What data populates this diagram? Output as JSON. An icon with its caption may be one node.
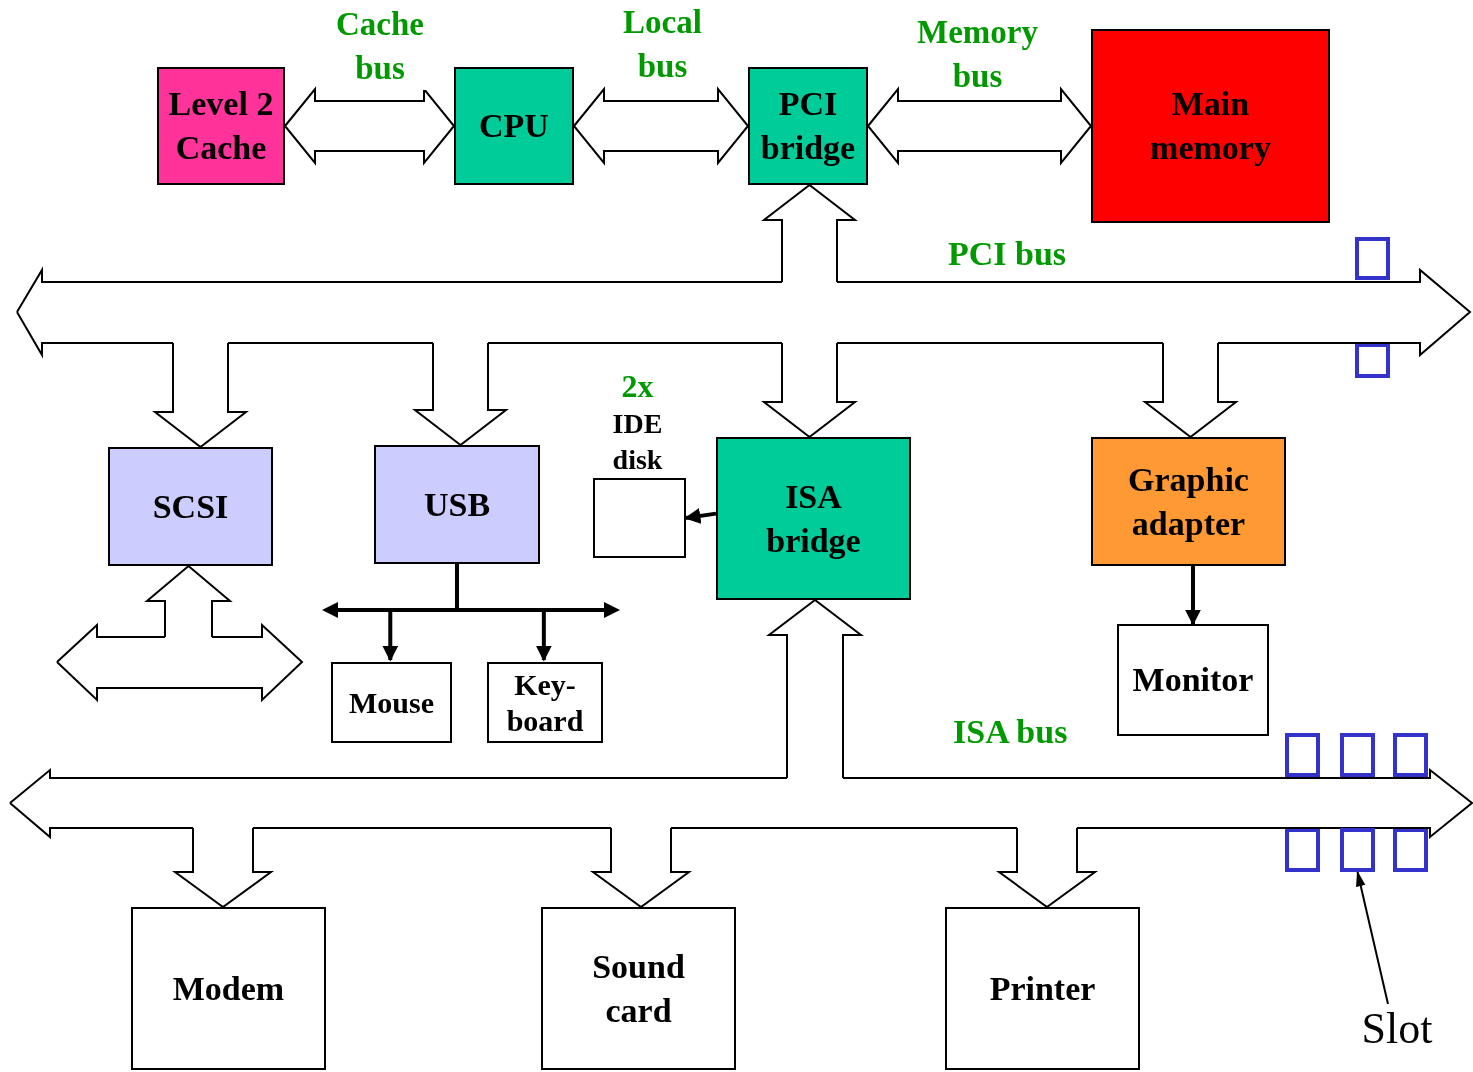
{
  "diagram": {
    "nodes": [
      {
        "text": [
          "Level 2 Cache"
        ]
      },
      {
        "text": [
          "CPU"
        ]
      },
      {
        "text": [
          "PCI bridge"
        ]
      },
      {
        "text": [
          "Main memory"
        ]
      },
      {
        "text": [
          "PCI bus"
        ]
      },
      {
        "text": [
          "SCSI"
        ]
      },
      {
        "text": [
          "USB"
        ]
      },
      {
        "text": [
          "2x",
          "IDE disk"
        ]
      },
      {
        "text": [
          "ISA bridge"
        ]
      },
      {
        "text": [
          "Graphic adapter"
        ]
      },
      {
        "text": [],
        "shape": "bar"
      },
      {
        "text": [
          "Mouse"
        ]
      },
      {
        "text": [
          "Key- board"
        ]
      },
      {
        "text": [
          "Monitor"
        ]
      },
      {
        "text": [
          "ISA bus"
        ]
      },
      {
        "text": [
          "Modem"
        ]
      },
      {
        "text": [
          "Sound card"
        ]
      },
      {
        "text": [
          "Printer"
        ]
      },
      {
        "text": [],
        "shape": "box"
      },
      {
        "text": [
          "Slot"
        ]
      }
    ],
    "edges": [
      {
        "from": 0,
        "to": 1,
        "arrow": "both",
        "label": "Cache bus"
      },
      {
        "from": 1,
        "to": 2,
        "arrow": "both",
        "label": "Local bus"
      },
      {
        "from": 2,
        "to": 3,
        "arrow": "both",
        "label": "Memory bus"
      },
      {
        "from": 4,
        "to": 2,
        "arrow": "to"
      },
      {
        "from": 4,
        "to": 5,
        "arrow": "to"
      },
      {
        "from": 4,
        "to": 6,
        "arrow": "to"
      },
      {
        "from": 4,
        "to": 8,
        "arrow": "to"
      },
      {
        "from": 4,
        "to": 9,
        "arrow": "to"
      },
      {
        "from": 8,
        "to": 7,
        "arrow": "to"
      },
      {
        "from": 10,
        "to": 5,
        "arrow": "to"
      },
      {
        "from": 6,
        "to": 11,
        "arrow": "to"
      },
      {
        "from": 6,
        "to": 12,
        "arrow": "to"
      },
      {
        "from": 9,
        "to": 13,
        "arrow": "to"
      },
      {
        "from": 14,
        "to": 8,
        "arrow": "to"
      },
      {
        "from": 14,
        "to": 15,
        "arrow": "to"
      },
      {
        "from": 14,
        "to": 16,
        "arrow": "to"
      },
      {
        "from": 14,
        "to": 17,
        "arrow": "to"
      },
      {
        "from": 19,
        "to": 18,
        "arrow": "to"
      }
    ]
  }
}
